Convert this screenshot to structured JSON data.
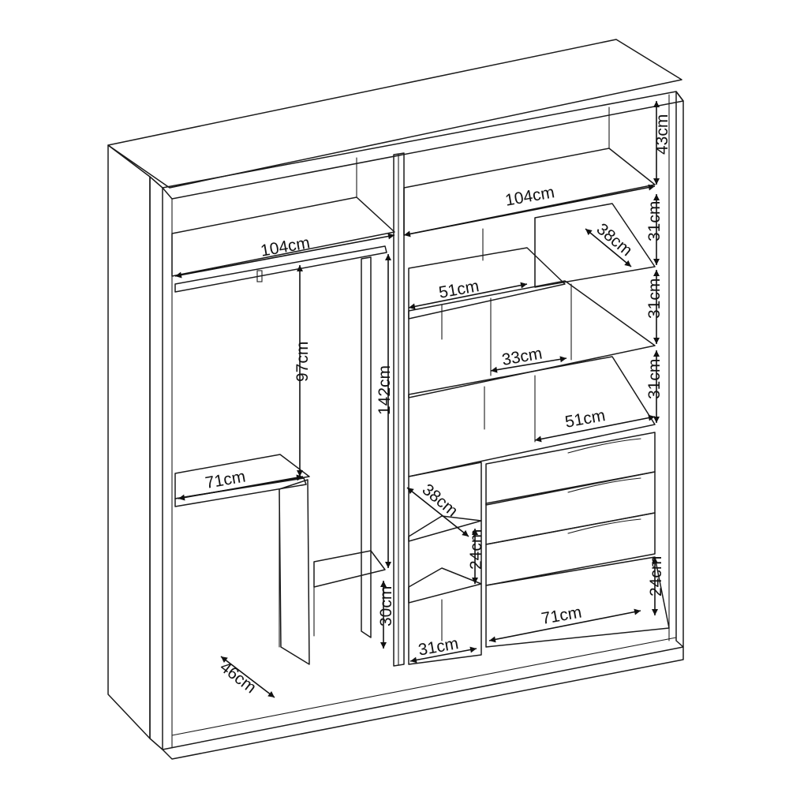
{
  "dimensions": [
    {
      "id": "top-left-width",
      "label": "104cm"
    },
    {
      "id": "top-right-width",
      "label": "104cm"
    },
    {
      "id": "top-shelf-height",
      "label": "43cm"
    },
    {
      "id": "shelf-row1-height",
      "label": "31cm"
    },
    {
      "id": "shelf-row2-height",
      "label": "31cm"
    },
    {
      "id": "shelf-row3-height",
      "label": "31cm"
    },
    {
      "id": "upper-shelf-depth",
      "label": "38cm"
    },
    {
      "id": "upper-shelf-width",
      "label": "51cm"
    },
    {
      "id": "middle-shelf-width",
      "label": "33cm"
    },
    {
      "id": "lower-shelf-width",
      "label": "51cm"
    },
    {
      "id": "short-hanging-height",
      "label": "97cm"
    },
    {
      "id": "long-hanging-height",
      "label": "142cm"
    },
    {
      "id": "short-hanging-width",
      "label": "71cm"
    },
    {
      "id": "bottom-depth",
      "label": "46cm"
    },
    {
      "id": "small-shelf-depth",
      "label": "38cm"
    },
    {
      "id": "small-shelf-height",
      "label": "24cm"
    },
    {
      "id": "bottom-shelf-height",
      "label": "30cm"
    },
    {
      "id": "small-shelf-width",
      "label": "31cm"
    },
    {
      "id": "drawer-section-width",
      "label": "71cm"
    },
    {
      "id": "bottom-drawer-gap-height",
      "label": "24cm"
    }
  ]
}
